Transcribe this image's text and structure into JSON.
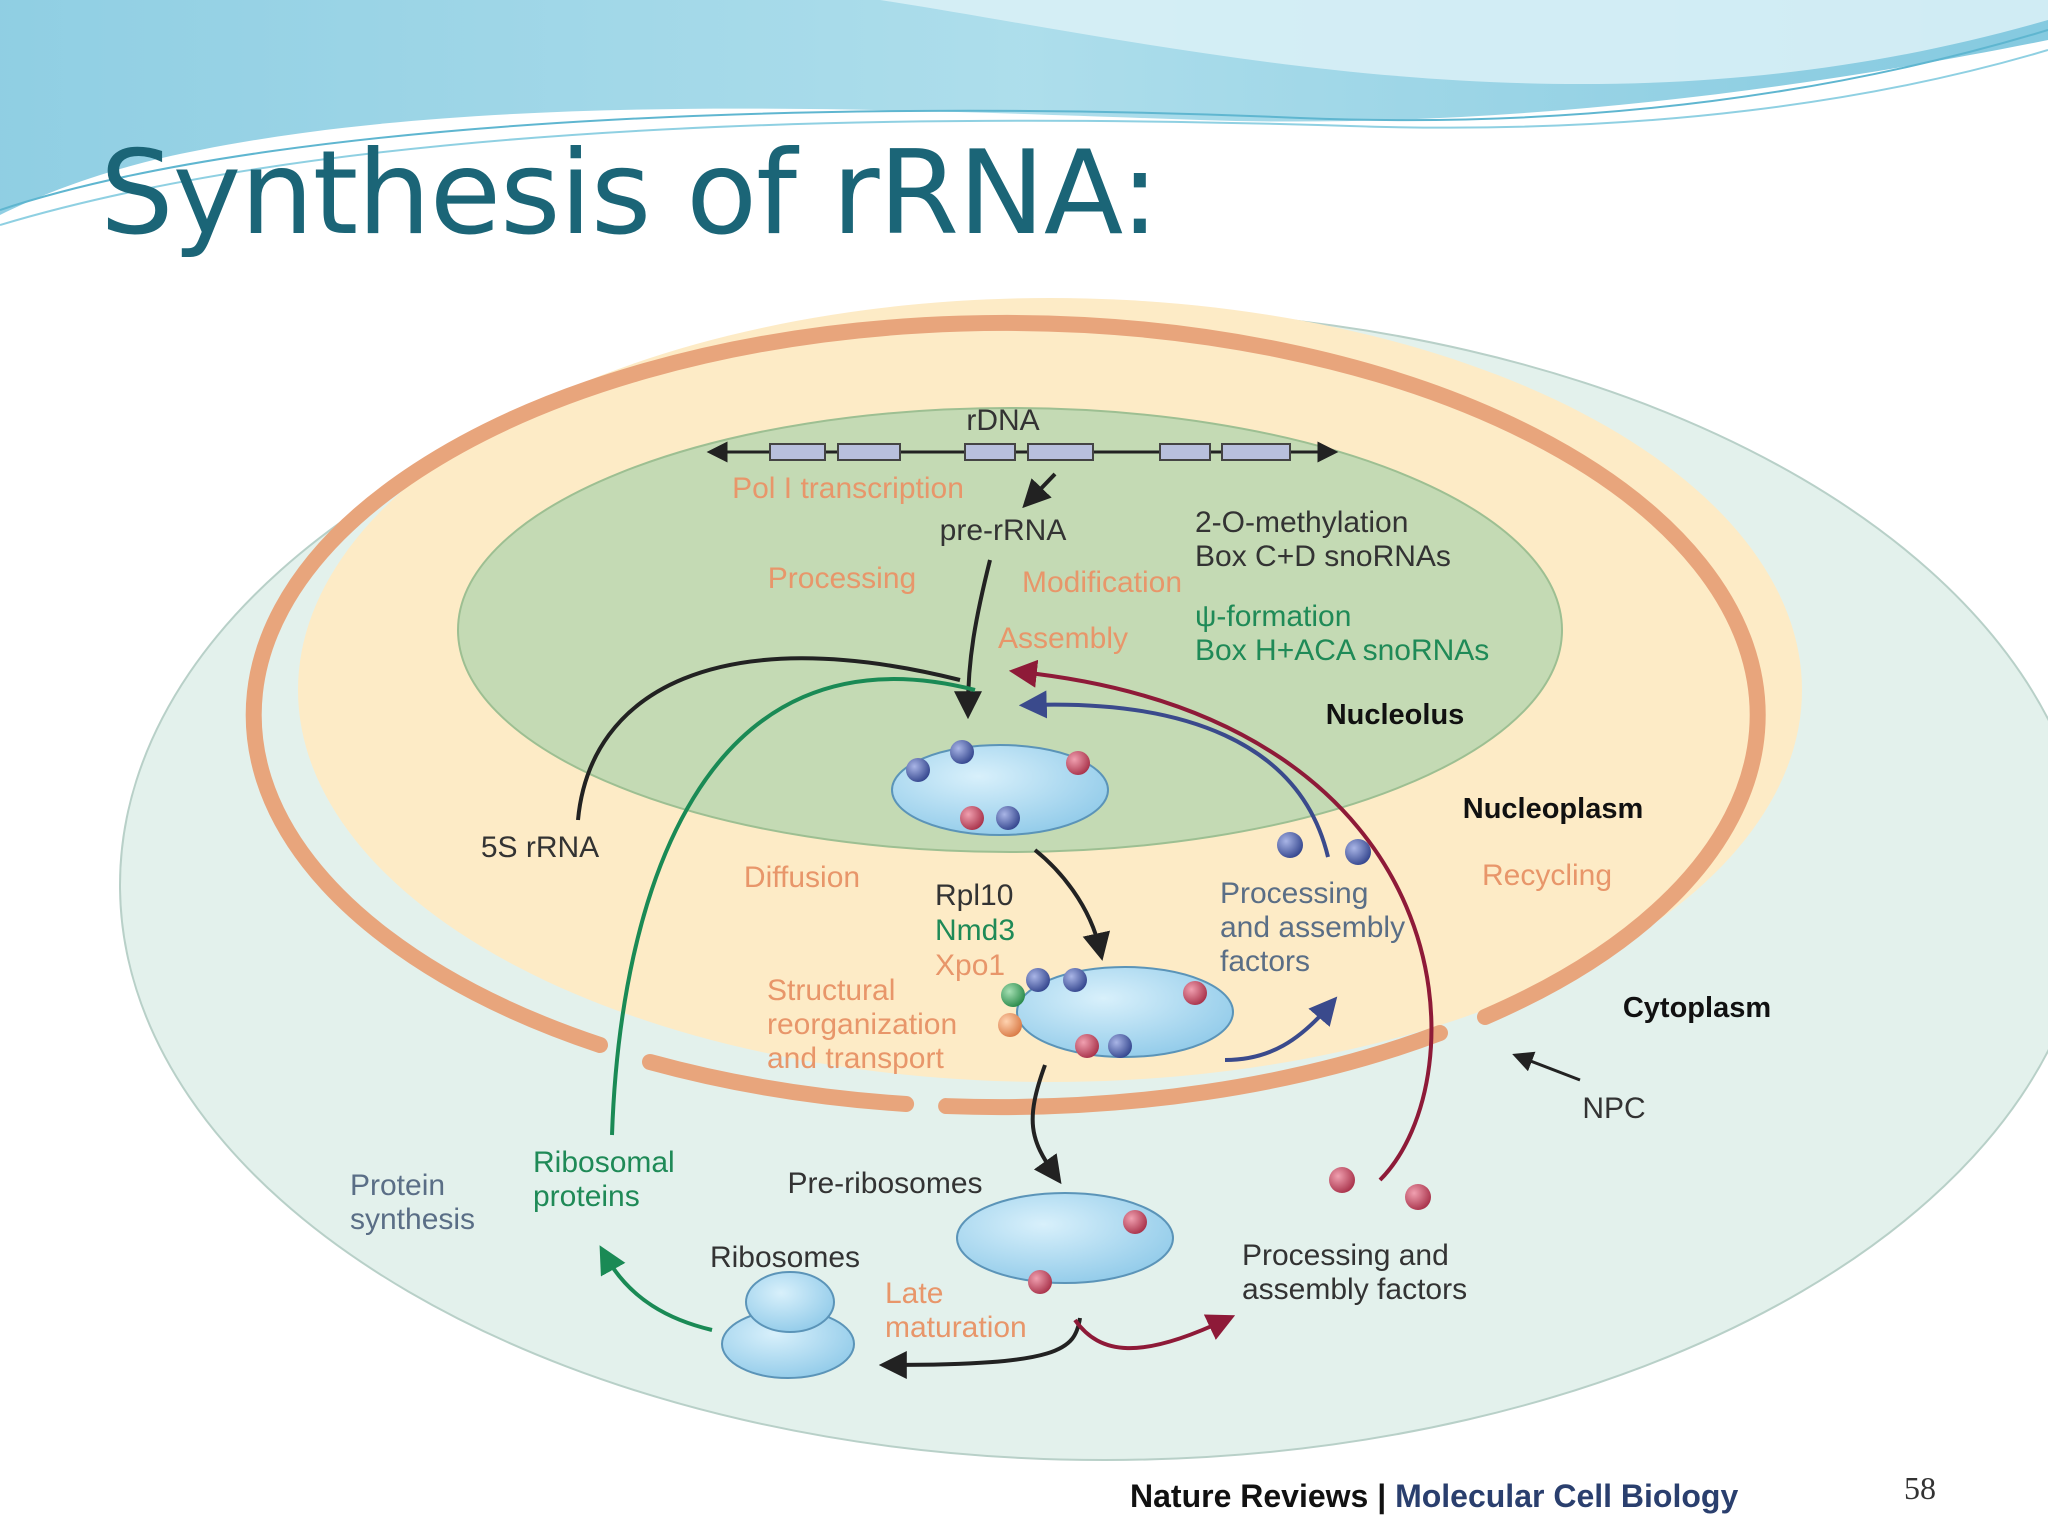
{
  "title": "Synthesis of rRNA:",
  "slide_number": "58",
  "source": {
    "publisher": "Nature Reviews",
    "separator": "|",
    "journal": "Molecular Cell Biology"
  },
  "compartments": {
    "nucleolus": "Nucleolus",
    "nucleoplasm": "Nucleoplasm",
    "cytoplasm": "Cytoplasm",
    "npc": "NPC"
  },
  "labels": {
    "rdna": "rDNA",
    "pol1": "Pol I transcription",
    "pre_rrna": "pre-rRNA",
    "methylation": "2-O-methylation",
    "box_cd": "Box C+D snoRNAs",
    "processing": "Processing",
    "modification": "Modification",
    "psi_formation": "ψ-formation",
    "box_haca": "Box H+ACA snoRNAs",
    "assembly": "Assembly",
    "rrna_5s": "5S rRNA",
    "diffusion": "Diffusion",
    "rpl10": "Rpl10",
    "nmd3": "Nmd3",
    "xpo1": "Xpo1",
    "structural": [
      "Structural",
      "reorganization",
      "and transport"
    ],
    "proc_factors_nuc": [
      "Processing",
      "and assembly",
      "factors"
    ],
    "recycling": "Recycling",
    "ribosomal_proteins": [
      "Ribosomal",
      "proteins"
    ],
    "protein_synthesis": [
      "Protein",
      "synthesis"
    ],
    "pre_ribosomes": "Pre-ribosomes",
    "ribosomes": "Ribosomes",
    "late_maturation": [
      "Late",
      "maturation"
    ],
    "proc_factors_cyto": [
      "Processing and",
      "assembly factors"
    ]
  },
  "colors": {
    "title": "#1b6577",
    "cell": "#e3f1ec",
    "nucleus_fill": "#fdebc6",
    "nuclear_envelope": "#e8a57c",
    "nucleolus": "#c4dab4",
    "particle": "#9fd2ee",
    "protein_red": "#a8324a",
    "protein_blue": "#34468e",
    "arrow_black": "#222222",
    "arrow_green": "#1a8a55",
    "arrow_blue": "#3a4a8c",
    "arrow_red": "#8e1a38"
  }
}
